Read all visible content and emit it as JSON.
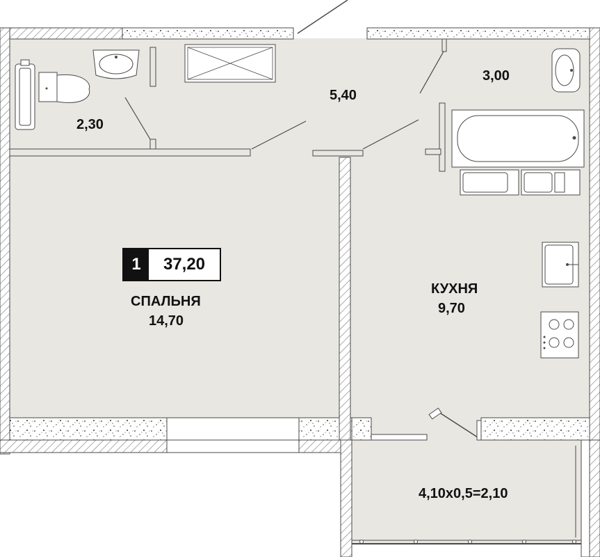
{
  "apartment": {
    "rooms": "1",
    "total_area": "37,20"
  },
  "rooms": {
    "bathroom": {
      "area": "2,30"
    },
    "hallway": {
      "area": "5,40"
    },
    "washroom": {
      "area": "3,00"
    },
    "bedroom": {
      "name": "СПАЛЬНЯ",
      "area": "14,70"
    },
    "kitchen": {
      "name": "КУХНЯ",
      "area": "9,70"
    },
    "balcony": {
      "area": "4,10x0,5=2,10"
    }
  },
  "colors": {
    "floor": "#e8e7e2",
    "wall_fill": "#ffffff",
    "line": "#4a4a4a",
    "speckle": "#333333"
  }
}
